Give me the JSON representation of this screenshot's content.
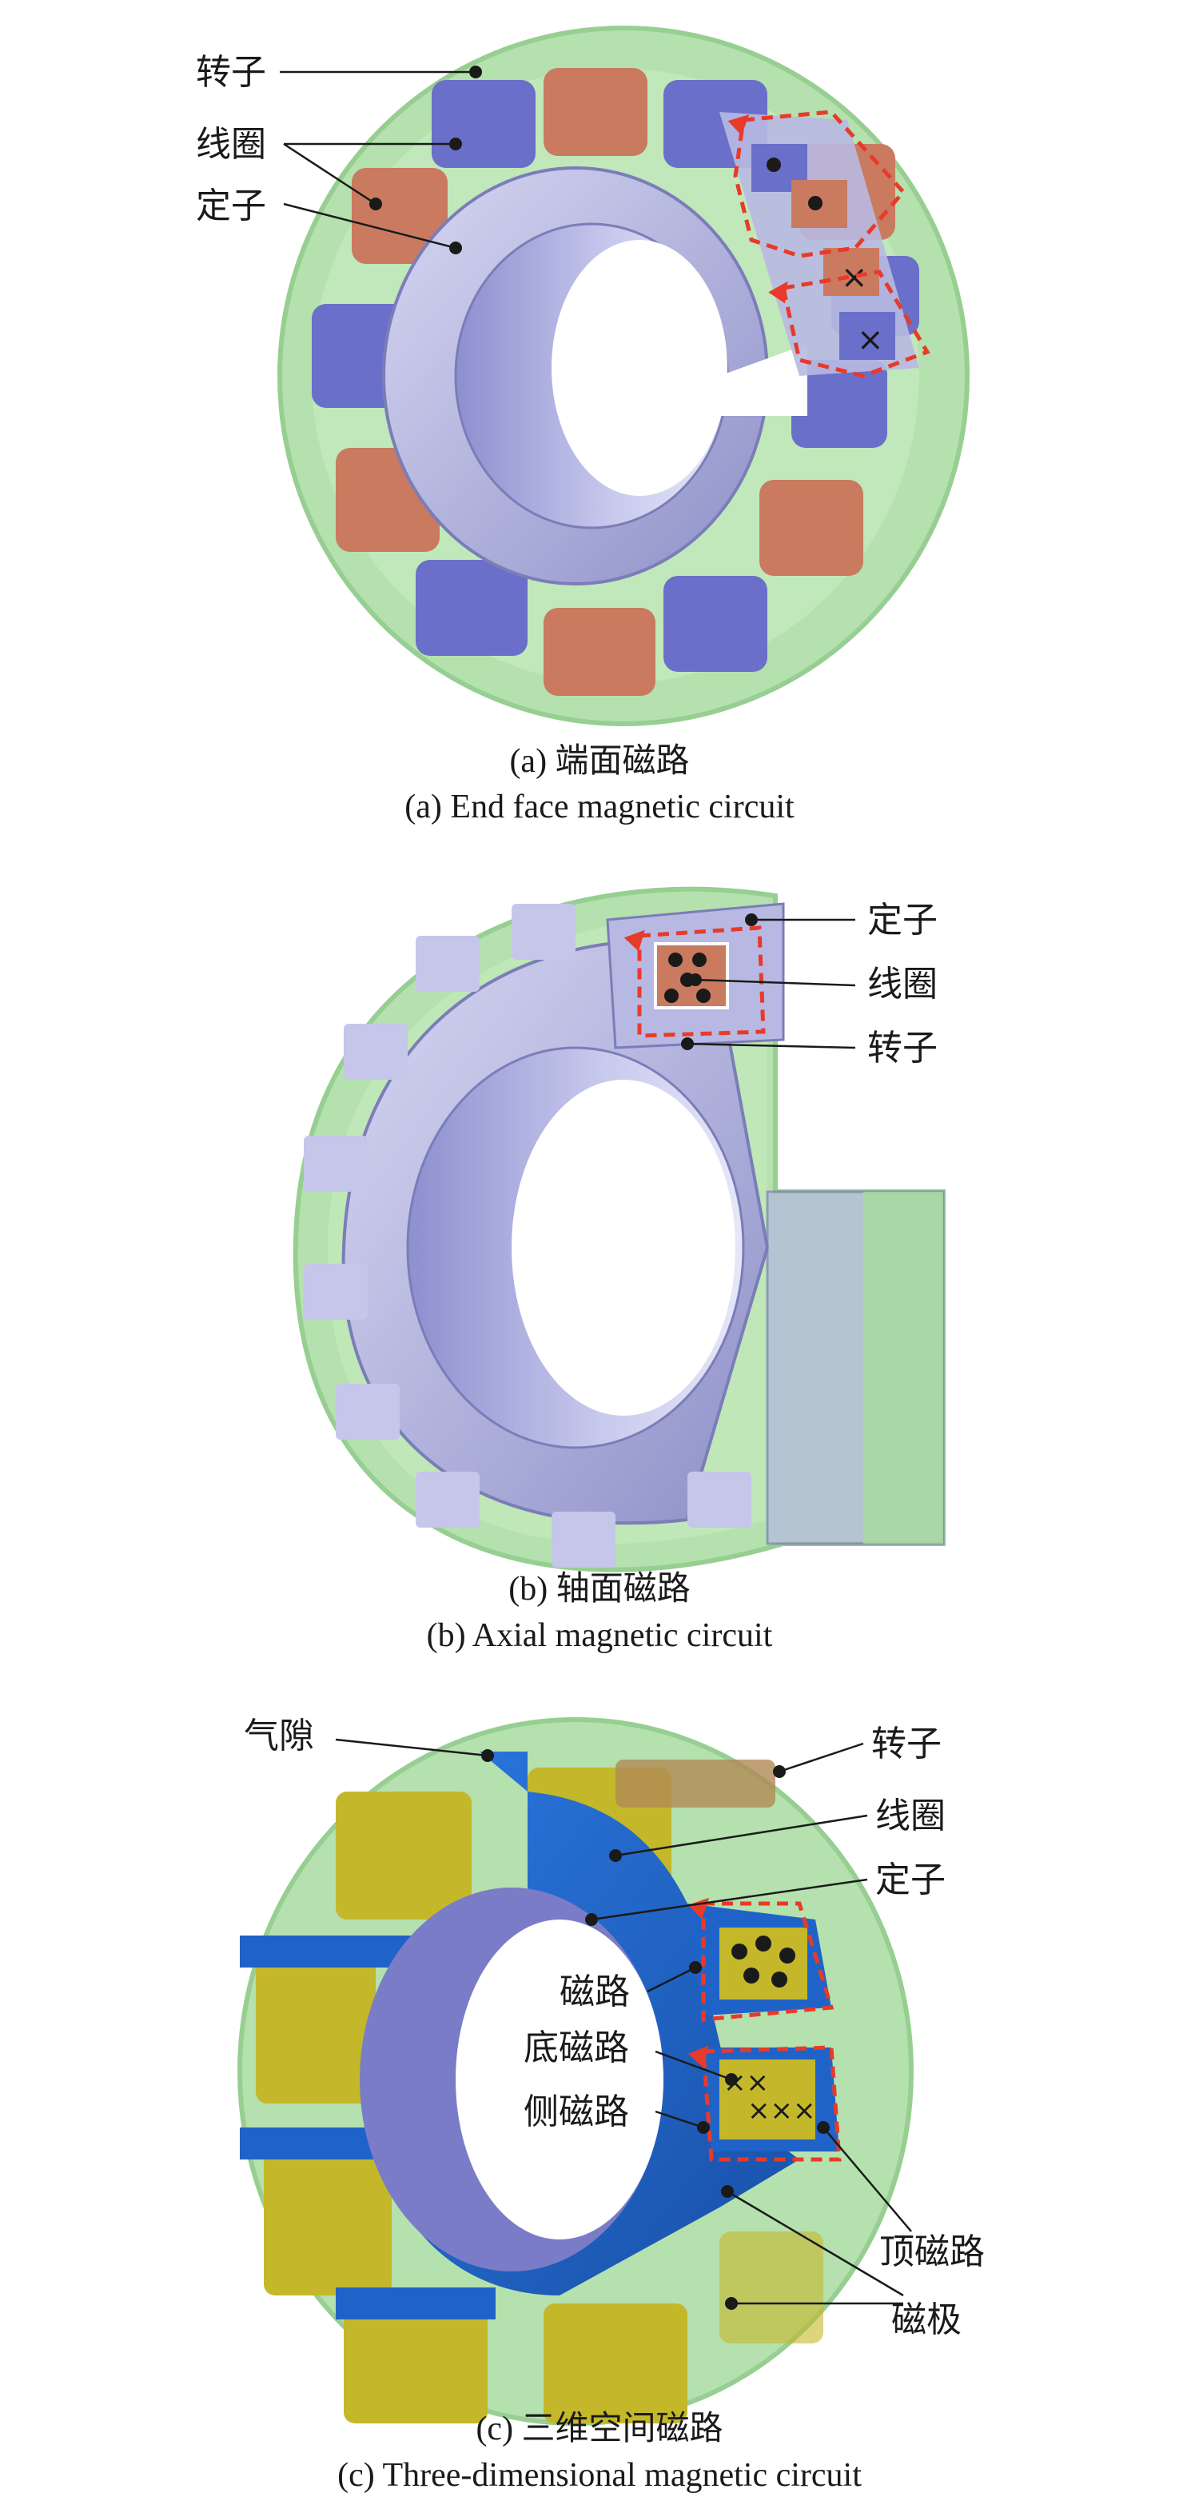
{
  "panel_a": {
    "labels": {
      "rotor": "转子",
      "coil": "线圈",
      "stator": "定子"
    },
    "caption_cn": "(a) 端面磁路",
    "caption_en": "(a) End face magnetic circuit"
  },
  "panel_b": {
    "labels": {
      "stator": "定子",
      "coil": "线圈",
      "rotor": "转子"
    },
    "caption_cn": "(b) 轴面磁路",
    "caption_en": "(b) Axial magnetic circuit"
  },
  "panel_c": {
    "labels": {
      "air_gap": "气隙",
      "rotor": "转子",
      "coil": "线圈",
      "stator": "定子",
      "magnetic_path": "磁路",
      "bottom_path": "底磁路",
      "side_path": "侧磁路",
      "top_path": "顶磁路",
      "magnetic_pole": "磁极"
    },
    "caption_cn": "(c) 三维空间磁路",
    "caption_en": "(c) Three-dimensional magnetic circuit"
  },
  "colors": {
    "rotor_shell": "#9fd79a",
    "stator_lilac": "#b8b9e2",
    "coil_copper": "#c97a5f",
    "pole_blue": "#6a6fc9",
    "stator_blue": "#1f63c8",
    "coil_yellow": "#c4b82a",
    "flux": "#e83a2a"
  },
  "symbols": {
    "current_in": "●",
    "current_out": "×"
  }
}
